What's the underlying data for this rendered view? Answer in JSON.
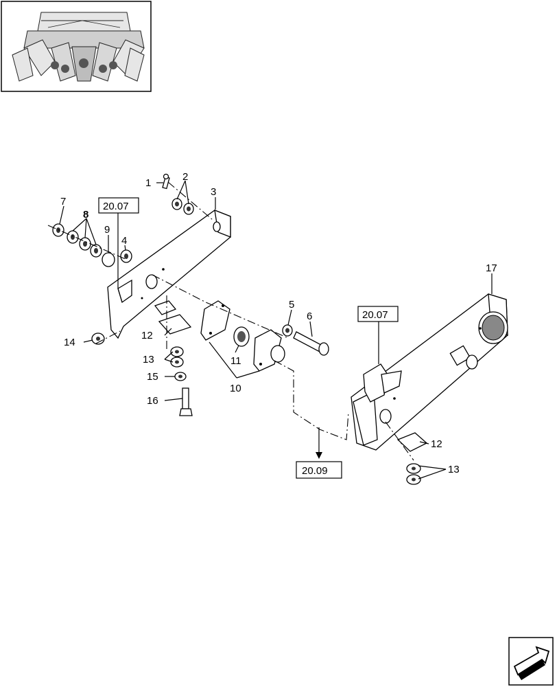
{
  "callouts": {
    "c1": "1",
    "c2": "2",
    "c3": "3",
    "c4": "4",
    "c5": "5",
    "c6": "6",
    "c7": "7",
    "c8": "8",
    "c9": "9",
    "c10": "10",
    "c11": "11",
    "c12a": "12",
    "c12b": "12",
    "c13a": "13",
    "c13b": "13",
    "c14": "14",
    "c15": "15",
    "c16": "16",
    "c17": "17"
  },
  "references": {
    "ref_left": "20.07",
    "ref_right": "20.07",
    "ref_bottom": "20.09"
  },
  "icons": {
    "thumbnail": "header-machine-thumbnail",
    "nav": "next-page-arrow-icon"
  }
}
